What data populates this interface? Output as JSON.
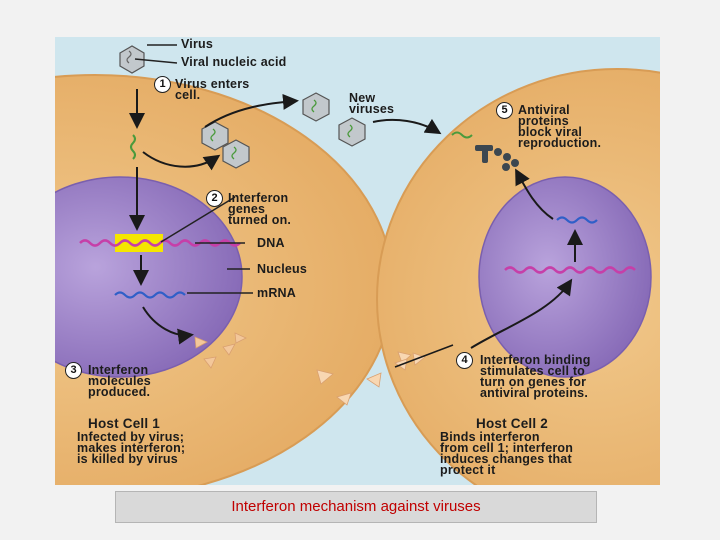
{
  "figure": {
    "labels": {
      "virus": "Virus",
      "viral_nucleic_acid": "Viral nucleic acid",
      "step1_num": "1",
      "step1": "Virus enters\ncell.",
      "new_viruses": "New\nviruses",
      "step5_num": "5",
      "step5": "Antiviral\nproteins\nblock viral\nreproduction.",
      "step2_num": "2",
      "step2": "Interferon\ngenes\nturned on.",
      "dna": "DNA",
      "nucleus": "Nucleus",
      "mrna": "mRNA",
      "step3_num": "3",
      "step3": "Interferon\nmolecules\nproduced.",
      "step4_num": "4",
      "step4": "Interferon binding\nstimulates cell to\nturn on genes for\nantiviral proteins.",
      "host1_title": "Host Cell 1",
      "host1_desc": "Infected by virus;\nmakes interferon;\nis killed by virus",
      "host2_title": "Host Cell 2",
      "host2_desc": "Binds interferon\nfrom cell 1; interferon\ninduces changes that\nprotect it"
    },
    "colors": {
      "background": "#cfe6ee",
      "cytoplasm": "#e9b873",
      "nucleus": "#9d82c8",
      "dna": "#c63fa8",
      "mrna": "#2f5fc8",
      "gene_highlight": "#f5e600",
      "interferon": "#f3c79a"
    }
  },
  "caption": "Interferon mechanism against viruses"
}
